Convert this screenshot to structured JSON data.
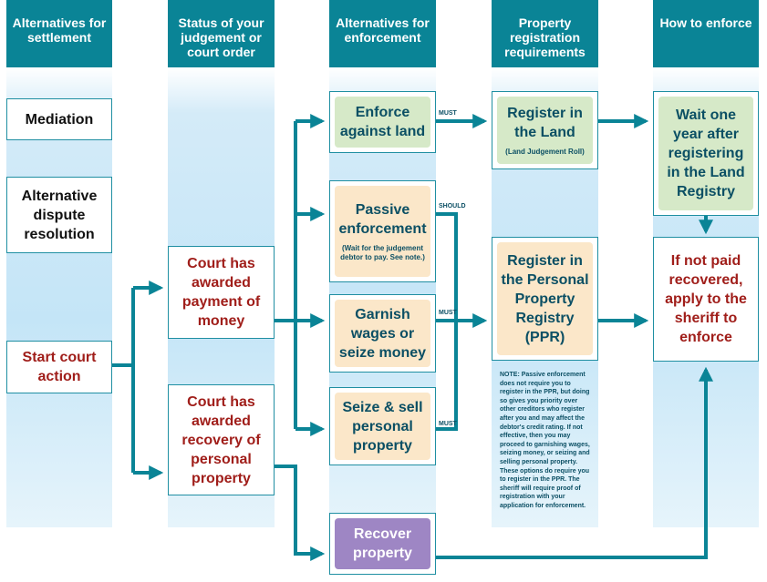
{
  "headers": {
    "col1": "Alternatives for settlement",
    "col2": "Status of your judgement or court order",
    "col3": "Alternatives for enforcement",
    "col4": "Property registration requirements",
    "col5": "How to enforce"
  },
  "settlement": {
    "mediation": "Mediation",
    "adr": "Alternative dispute resolution",
    "start": "Start court action"
  },
  "status": {
    "money": "Court has awarded payment of money",
    "property": "Court has awarded recovery of personal property"
  },
  "enforcement": {
    "land": "Enforce against land",
    "passive": "Passive enforcement",
    "passive_note": "(Wait for the judgement debtor to pay. See note.)",
    "garnish": "Garnish wages or seize money",
    "seize": "Seize & sell personal property",
    "recover": "Recover property"
  },
  "registration": {
    "land": "Register in the Land",
    "land_sub": "(Land Judgement Roll)",
    "ppr": "Register in the Personal Property Registry (PPR)",
    "note": "NOTE: Passive enforcement does not require you to register in the PPR, but doing so gives you priority over other creditors who register after you and may affect the debtor's credit rating. If not effective, then you may proceed to garnishing wages, seizing money, or seizing and selling personal property. These options do require you to register in the PPR. The sheriff will require proof of registration with your application for enforcement."
  },
  "how": {
    "wait": "Wait one year after registering in the Land Registry",
    "sheriff": "If not paid recovered, apply to the sheriff to enforce"
  },
  "labels": {
    "must1": "MUST",
    "should": "SHOULD",
    "must2": "MUST",
    "must3": "MUST"
  },
  "colors": {
    "header": "#0a8496",
    "arrow": "#0a8496",
    "status_text": "#a01e1a",
    "green_box": "#d6e9c8",
    "cream_box": "#fbe7c9",
    "purple_box": "#9e86c4"
  }
}
